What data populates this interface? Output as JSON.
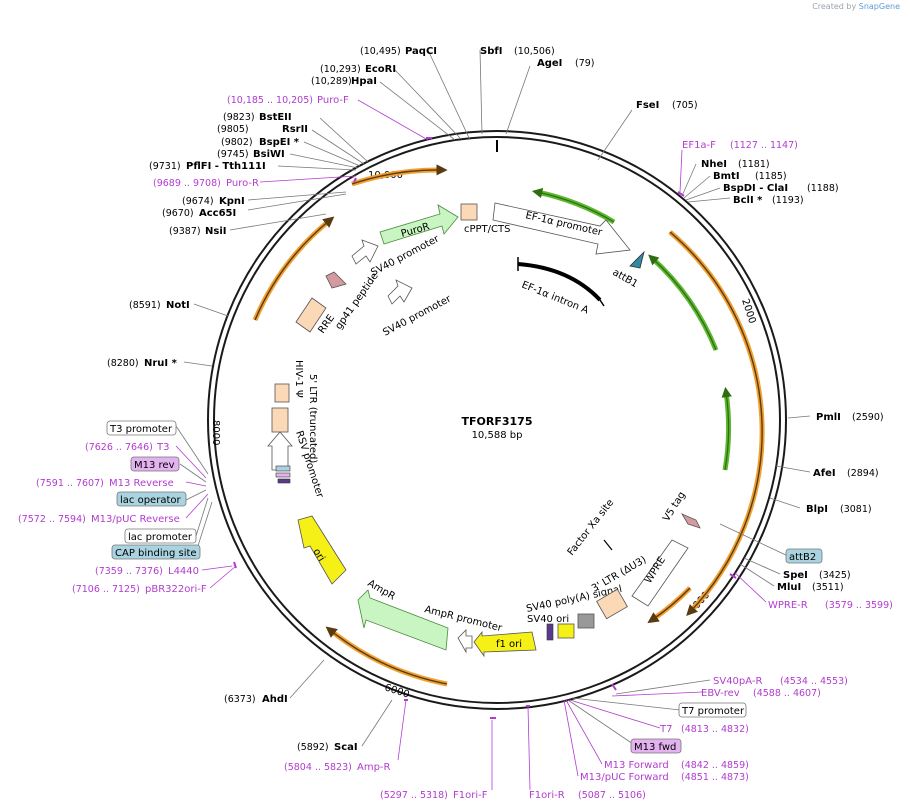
{
  "credit": {
    "prefix": "Created by",
    "brand": "SnapGene"
  },
  "plasmid": {
    "name": "TFORF3175",
    "size_label": "10,588 bp",
    "length": 10588
  },
  "ticks": [
    "10,000",
    "2000",
    "4000",
    "6000",
    "8000"
  ],
  "enzymes": [
    {
      "name": "PaqCI",
      "pos": "(10,495)"
    },
    {
      "name": "SbfI",
      "pos": "(10,506)"
    },
    {
      "name": "EcoRI",
      "pos": "(10,293)"
    },
    {
      "name": "AgeI",
      "pos": "(79)"
    },
    {
      "name": "HpaI",
      "pos": "(10,289)"
    },
    {
      "name": "FseI",
      "pos": "(705)"
    },
    {
      "name": "BstEII",
      "pos": "(9823)"
    },
    {
      "name": "RsrII",
      "pos": "(9805)"
    },
    {
      "name": "BspEI *",
      "pos": "(9802)"
    },
    {
      "name": "BsiWI",
      "pos": "(9745)"
    },
    {
      "name": "PflFI - Tth111I",
      "pos": "(9731)"
    },
    {
      "name": "NheI",
      "pos": "(1181)"
    },
    {
      "name": "BmtI",
      "pos": "(1185)"
    },
    {
      "name": "BspDI - ClaI",
      "pos": "(1188)"
    },
    {
      "name": "BclI *",
      "pos": "(1193)"
    },
    {
      "name": "KpnI",
      "pos": "(9674)"
    },
    {
      "name": "Acc65I",
      "pos": "(9670)"
    },
    {
      "name": "NsiI",
      "pos": "(9387)"
    },
    {
      "name": "NotI",
      "pos": "(8591)"
    },
    {
      "name": "NruI *",
      "pos": "(8280)"
    },
    {
      "name": "PmlI",
      "pos": "(2590)"
    },
    {
      "name": "AfeI",
      "pos": "(2894)"
    },
    {
      "name": "BlpI",
      "pos": "(3081)"
    },
    {
      "name": "SpeI",
      "pos": "(3425)"
    },
    {
      "name": "MluI",
      "pos": "(3511)"
    },
    {
      "name": "AhdI",
      "pos": "(6373)"
    },
    {
      "name": "ScaI",
      "pos": "(5892)"
    }
  ],
  "primers": [
    {
      "name": "Puro-F",
      "pos": "(10,185 .. 10,205)"
    },
    {
      "name": "Puro-R",
      "pos": "(9689 .. 9708)"
    },
    {
      "name": "EF1a-F",
      "pos": "(1127 .. 1147)"
    },
    {
      "name": "T3",
      "pos": "(7626 .. 7646)"
    },
    {
      "name": "M13 Reverse",
      "pos": "(7591 .. 7607)"
    },
    {
      "name": "M13/pUC Reverse",
      "pos": "(7572 .. 7594)"
    },
    {
      "name": "L4440",
      "pos": "(7359 .. 7376)"
    },
    {
      "name": "pBR322ori-F",
      "pos": "(7106 .. 7125)"
    },
    {
      "name": "WPRE-R",
      "pos": "(3579 .. 3599)"
    },
    {
      "name": "SV40pA-R",
      "pos": "(4534 .. 4553)"
    },
    {
      "name": "EBV-rev",
      "pos": "(4588 .. 4607)"
    },
    {
      "name": "T7",
      "pos": "(4813 .. 4832)"
    },
    {
      "name": "M13 Forward",
      "pos": "(4842 .. 4859)"
    },
    {
      "name": "M13/pUC Forward",
      "pos": "(4851 .. 4873)"
    },
    {
      "name": "Amp-R",
      "pos": "(5804 .. 5823)"
    },
    {
      "name": "F1ori-F",
      "pos": "(5297 .. 5318)"
    },
    {
      "name": "F1ori-R",
      "pos": "(5087 .. 5106)"
    }
  ],
  "boxed_labels": [
    {
      "text": "T3 promoter",
      "style": "white"
    },
    {
      "text": "M13 rev",
      "style": "pink"
    },
    {
      "text": "lac operator",
      "style": "blue"
    },
    {
      "text": "lac promoter",
      "style": "white"
    },
    {
      "text": "CAP binding site",
      "style": "blue"
    },
    {
      "text": "attB2",
      "style": "blue"
    },
    {
      "text": "T7 promoter",
      "style": "white"
    },
    {
      "text": "M13 fwd",
      "style": "pink"
    }
  ],
  "features": [
    "cPPT/CTS",
    "EF-1α promoter",
    "attB1",
    "EF-1α intron A",
    "PuroR",
    "SV40 promoter",
    "gp41 peptide",
    "RRE",
    "SV40 promoter",
    "HIV-1 Ψ",
    "5' LTR (truncated)",
    "RSV promoter",
    "ori",
    "AmpR",
    "AmpR promoter",
    "f1 ori",
    "SV40 ori",
    "SV40 poly(A) signal",
    "3' LTR (ΔU3)",
    "WPRE",
    "V5 tag",
    "Factor Xa site"
  ],
  "colors": {
    "backbone": "#1a1a1a",
    "orf": "#f0a030",
    "orf_inner": "#5a3a10",
    "green_orf": "#5cb82e",
    "primer": "#b23ccf",
    "yellow": "#f5f016",
    "green_feat": "#c9f5c2",
    "peach": "#fcd9b6",
    "blue_box": "#a9d3e0",
    "pink_box": "#e3b3f0"
  }
}
